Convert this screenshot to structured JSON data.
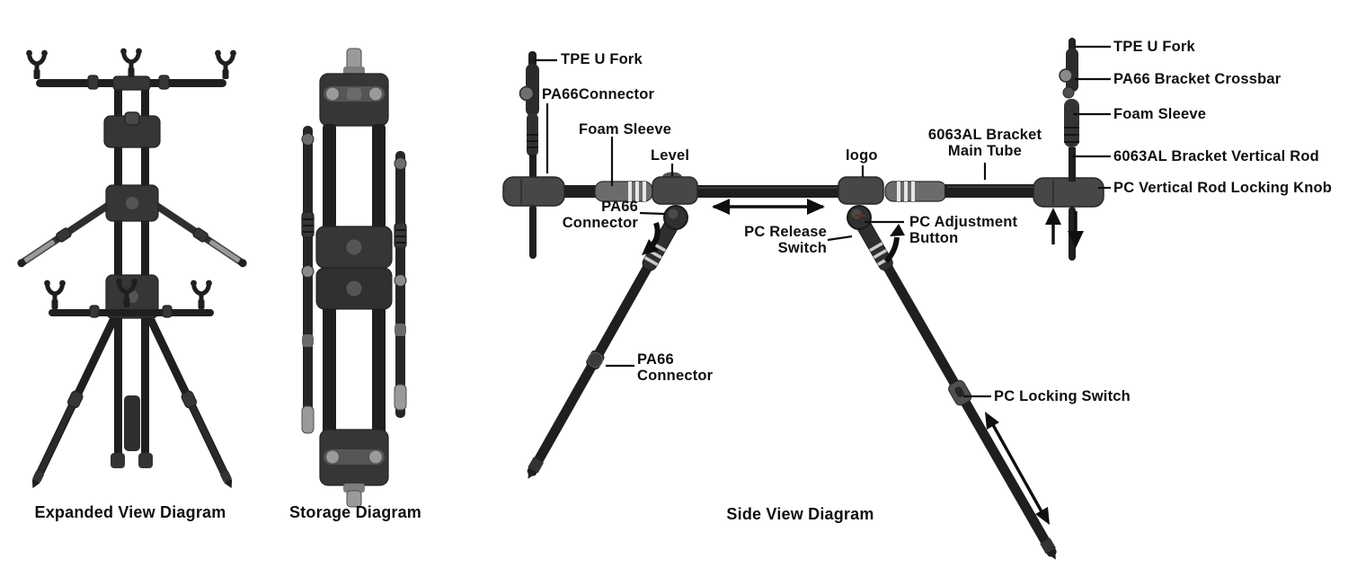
{
  "captions": {
    "expanded": "Expanded View Diagram",
    "storage": "Storage Diagram",
    "side": "Side View Diagram"
  },
  "side_labels": {
    "tpe_u_fork_left": "TPE U Fork",
    "pa66_connector_top": "PA66Connector",
    "foam_sleeve_left": "Foam Sleeve",
    "level": "Level",
    "pa66_connector_leg": {
      "line1": "PA66",
      "line2": "Connector"
    },
    "pc_release_switch": {
      "line1": "PC Release",
      "line2": "Switch"
    },
    "logo": "logo",
    "main_tube": {
      "line1": "6063AL Bracket",
      "line2": "Main Tube"
    },
    "tpe_u_fork_right": "TPE U Fork",
    "pa66_bracket_crossbar": "PA66 Bracket Crossbar",
    "foam_sleeve_right": "Foam Sleeve",
    "bracket_vertical_rod": "6063AL Bracket Vertical Rod",
    "vertical_rod_locking_knob": "PC Vertical Rod Locking Knob",
    "pc_adjustment_button": {
      "line1": "PC Adjustment",
      "line2": "Button"
    },
    "pa66_connector_lower": {
      "line1": "PA66",
      "line2": "Connector"
    },
    "pc_locking_switch": "PC Locking Switch"
  },
  "colors": {
    "ink": "#0f0f0f",
    "tube": "#1f1f1f",
    "block": "#474747",
    "block-dark": "#363636",
    "sleeve": "#6b6b6b",
    "stripe": "#e6e6e6",
    "silver": "#9a9a9a",
    "bg": "#ffffff"
  }
}
